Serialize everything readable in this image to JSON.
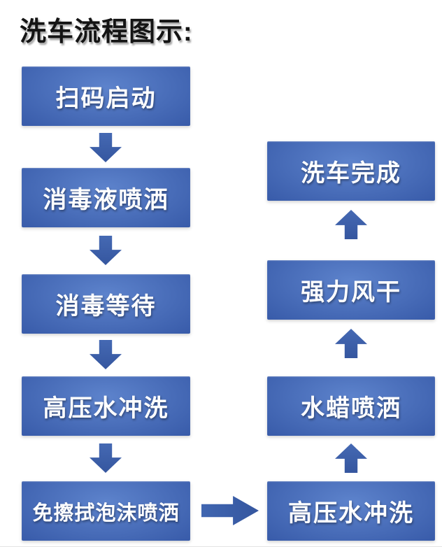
{
  "title": "洗车流程图示:",
  "flow": {
    "left_column": [
      "扫码启动",
      "消毒液喷洒",
      "消毒等待",
      "高压水冲洗",
      "免擦拭泡沫喷洒"
    ],
    "right_column": [
      "洗车完成",
      "强力风干",
      "水蜡喷洒",
      "高压水冲洗"
    ]
  },
  "icons": {
    "down_arrow": "arrow-down-icon",
    "up_arrow": "arrow-up-icon",
    "right_arrow": "arrow-right-icon"
  },
  "colors": {
    "box_blue_light": "#5d83cc",
    "box_blue_mid": "#3a5dab",
    "box_blue_dark": "#2b4b96",
    "arrow_blue": "#3a5ea9",
    "box_text": "#ffffff",
    "title_text": "#141414",
    "background": "#ffffff"
  }
}
